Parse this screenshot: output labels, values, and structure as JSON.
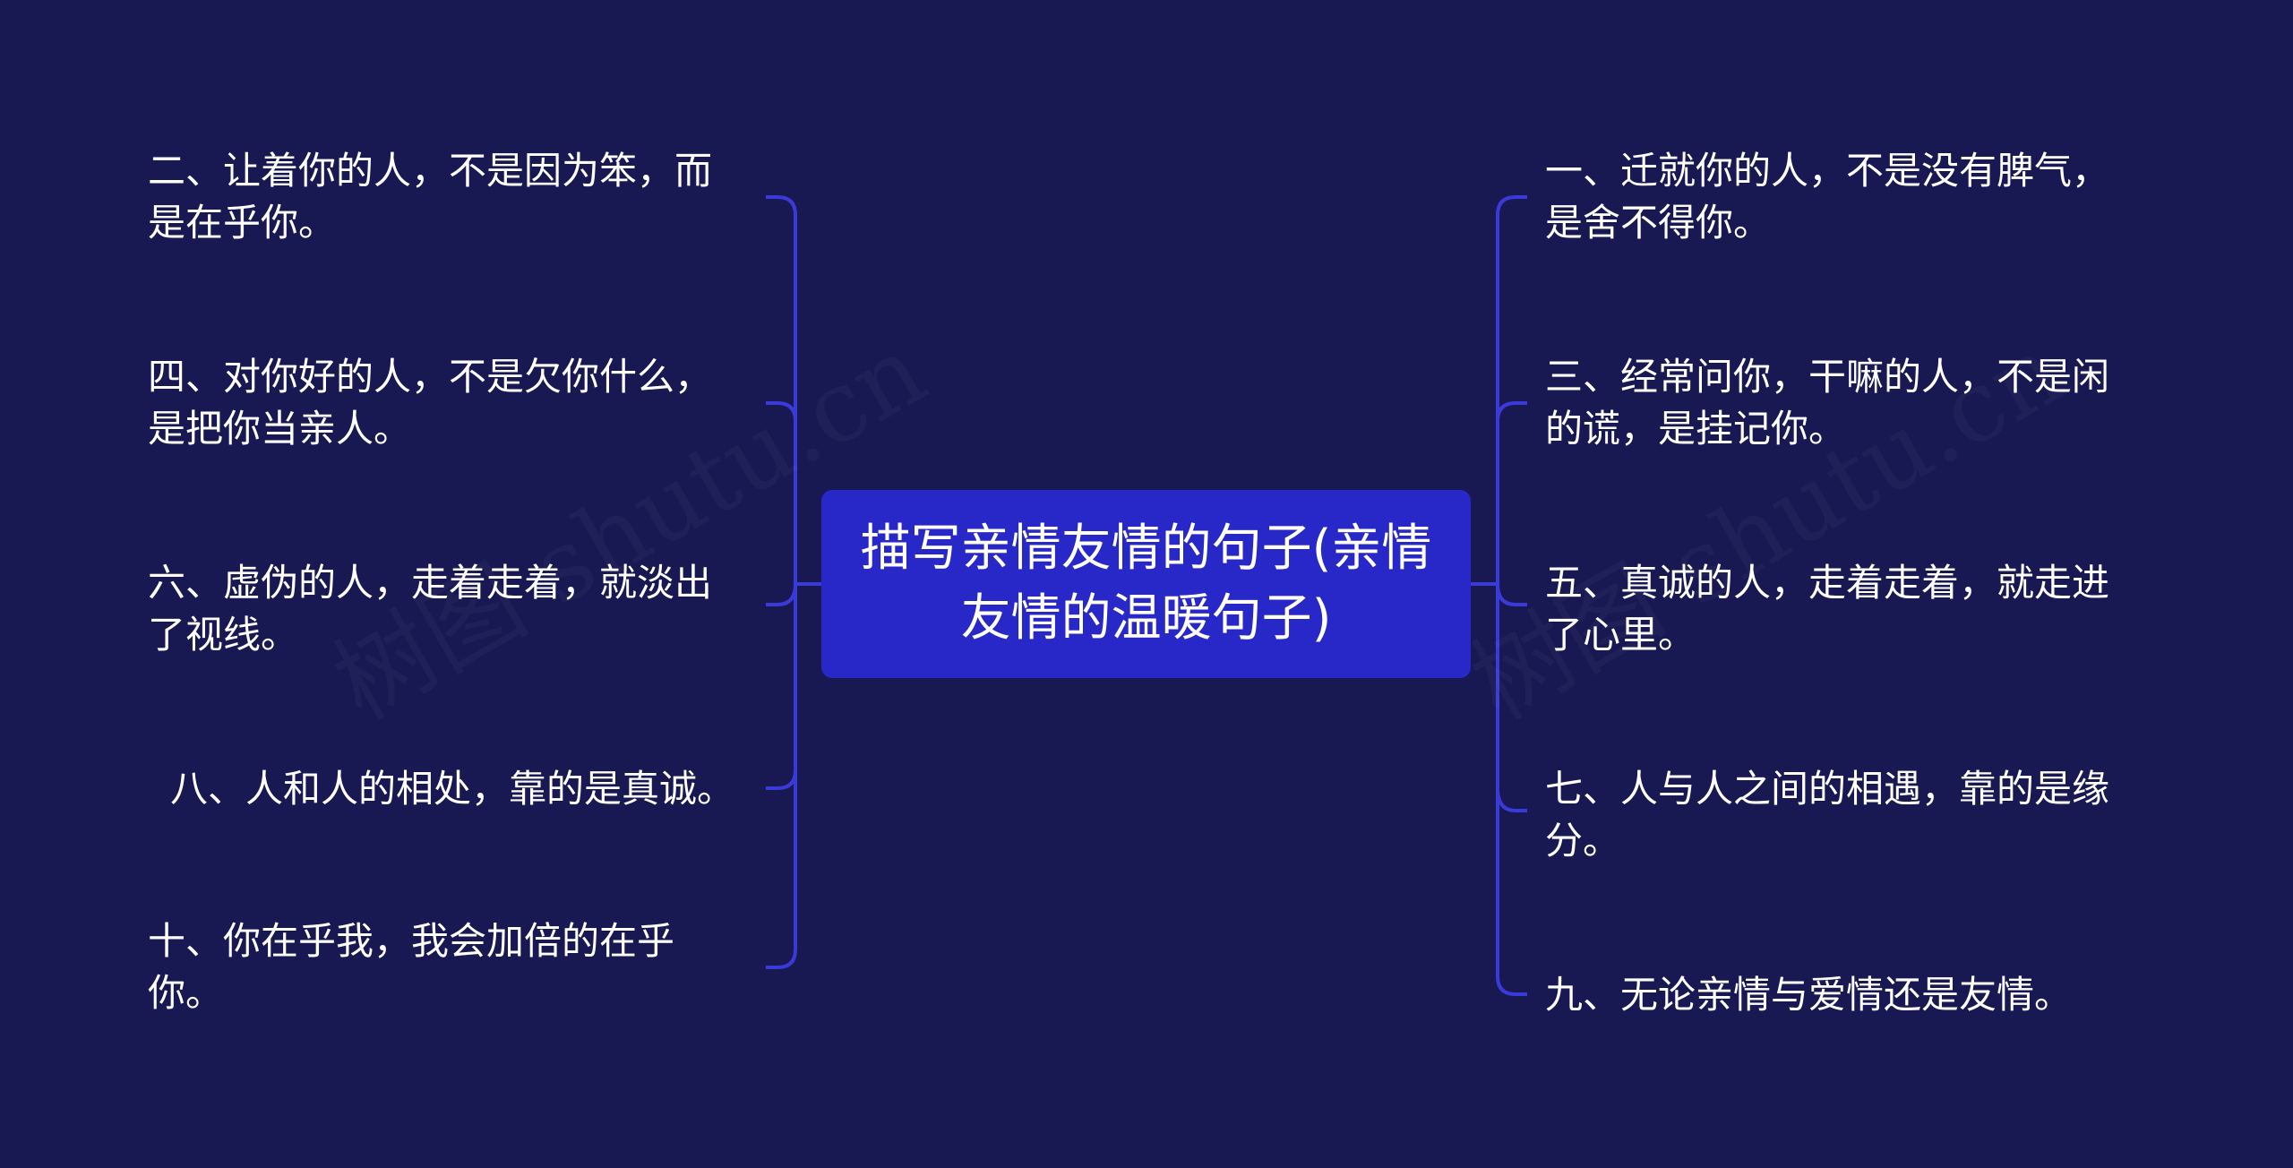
{
  "center": {
    "title": "描写亲情友情的句子(亲情友情的温暖句子)"
  },
  "left_branches": [
    {
      "text": "二、让着你的人，不是因为笨，而是在乎你。"
    },
    {
      "text": "四、对你好的人，不是欠你什么，是把你当亲人。"
    },
    {
      "text": "六、虚伪的人，走着走着，就淡出了视线。"
    },
    {
      "text": "八、人和人的相处，靠的是真诚。"
    },
    {
      "text": "十、你在乎我，我会加倍的在乎你。"
    }
  ],
  "right_branches": [
    {
      "text": "一、迁就你的人，不是没有脾气，是舍不得你。"
    },
    {
      "text": "三、经常问你，干嘛的人，不是闲的谎，是挂记你。"
    },
    {
      "text": "五、真诚的人，走着走着，就走进了心里。"
    },
    {
      "text": "七、人与人之间的相遇，靠的是缘分。"
    },
    {
      "text": "九、无论亲情与爱情还是友情。"
    }
  ],
  "watermark": {
    "text": "树图 shutu.cn"
  },
  "colors": {
    "background": "#181852",
    "center_node": "#2828c8",
    "connector": "#3a3ad8",
    "text": "#ffffff"
  }
}
